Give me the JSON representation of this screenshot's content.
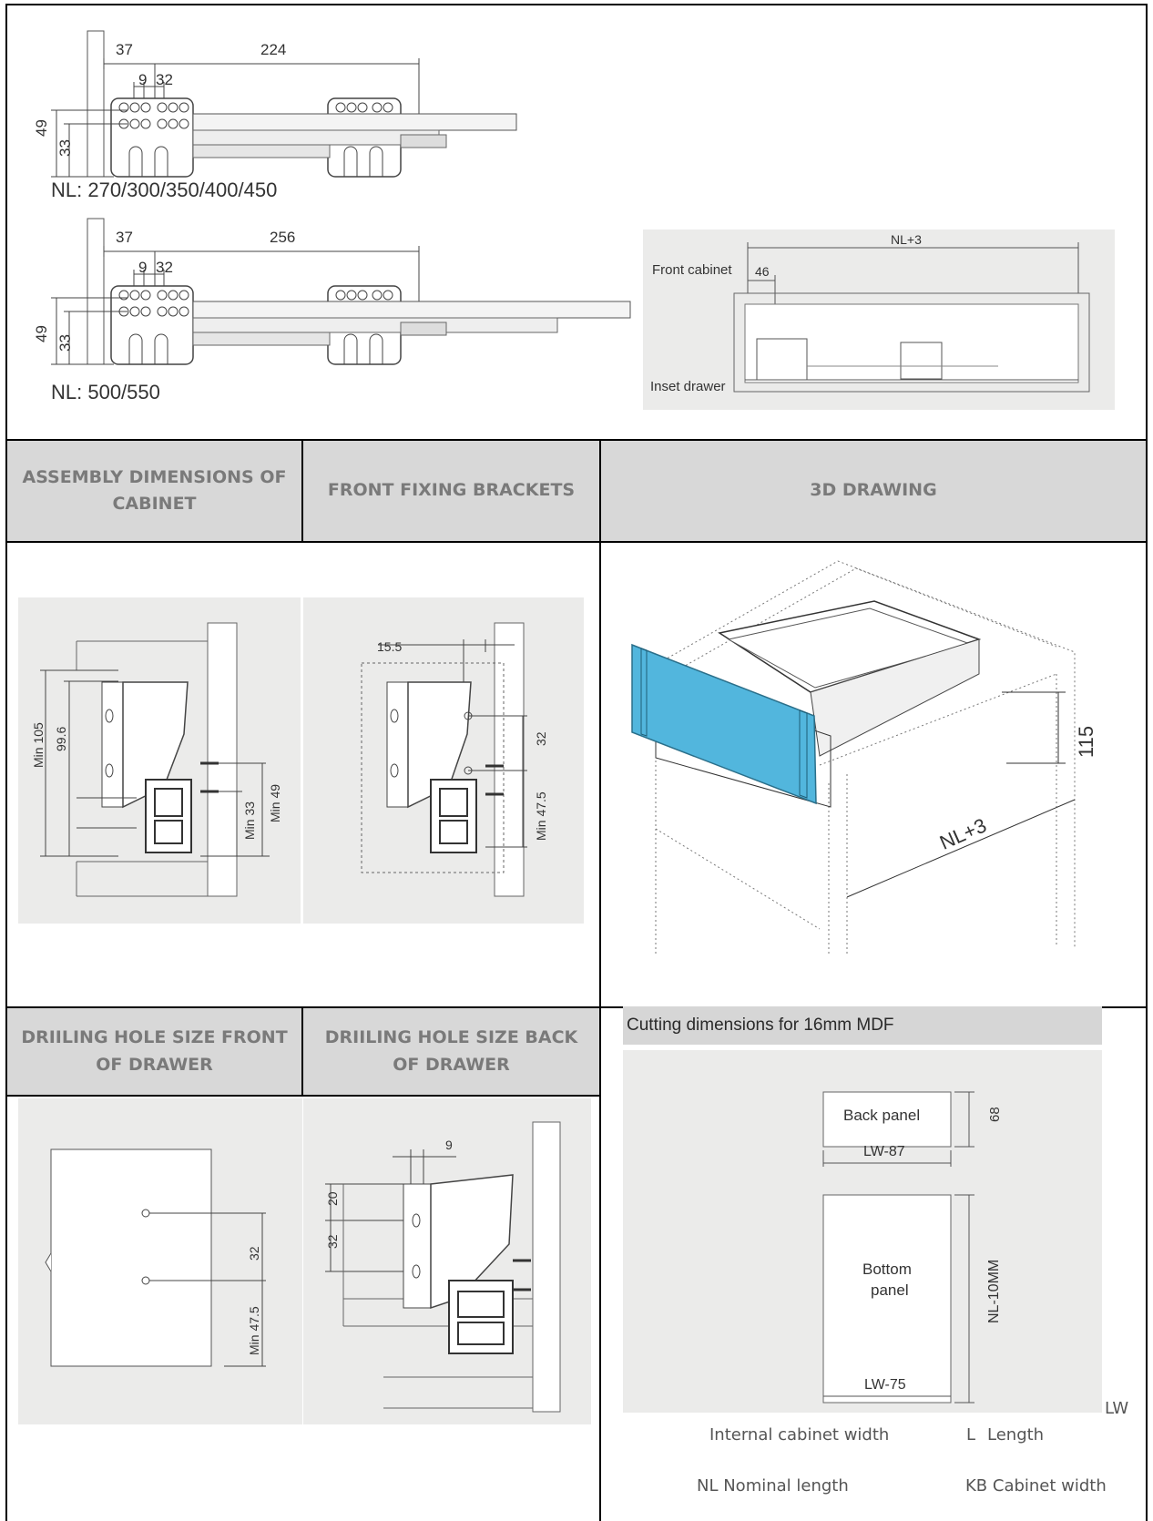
{
  "slide_top": {
    "dims": {
      "d37": "37",
      "d224": "224",
      "d9": "9",
      "d32": "32",
      "d49": "49",
      "d33": "33"
    },
    "nl_label": "NL: 270/300/350/400/450"
  },
  "slide_bottom": {
    "dims": {
      "d37": "37",
      "d256": "256",
      "d9": "9",
      "d32": "32",
      "d49": "49",
      "d33": "33"
    },
    "nl_label": "NL: 500/550"
  },
  "inset": {
    "nl_plus": "NL+3",
    "front_cabinet": "Front cabinet",
    "d46": "46",
    "inset_drawer": "Inset drawer"
  },
  "headers": {
    "assembly": "ASSEMBLY DIMENSIONS OF CABINET",
    "front_fixing": "FRONT FIXING BRACKETS",
    "drawing_3d": "3D DRAWING",
    "drill_front": "DRIILING HOLE SIZE FRONT OF DRAWER",
    "drill_back": "DRIILING HOLE SIZE BACK OF DRAWER"
  },
  "assembly_dims": {
    "min105": "Min 105",
    "d996": "99.6",
    "min33": "Min 33",
    "min49": "Min 49"
  },
  "front_fixing_dims": {
    "d155": "15.5",
    "d32": "32",
    "min475": "Min 47.5"
  },
  "drawing3d": {
    "d115": "115",
    "nl_plus": "NL+3",
    "front_color": "#52b6dd"
  },
  "drill_front_dims": {
    "d32": "32",
    "min475": "Min 47.5"
  },
  "drill_back_dims": {
    "d9": "9",
    "d20": "20",
    "d32": "32"
  },
  "cutting": {
    "title": "Cutting dimensions for 16mm MDF",
    "back_panel": "Back panel",
    "d68": "68",
    "lw87": "LW-87",
    "bottom_panel_1": "Bottom",
    "bottom_panel_2": "panel",
    "nl10": "NL-10MM",
    "lw75": "LW-75"
  },
  "legend": {
    "lw": "LW",
    "internal": "Internal cabinet width",
    "l": "L",
    "length": "Length",
    "nl": "NL Nominal length",
    "kb": "KB Cabinet width"
  }
}
